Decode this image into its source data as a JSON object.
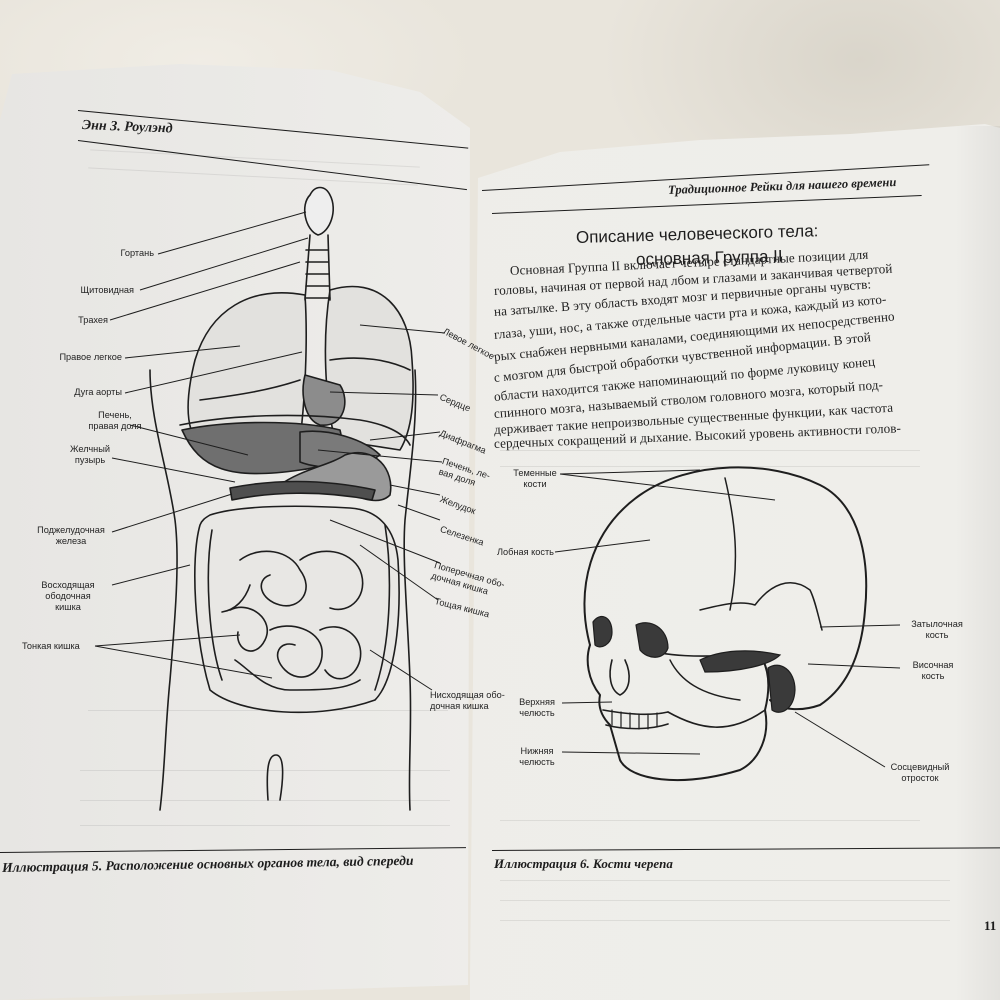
{
  "left_page": {
    "header": "Энн З. Роулэнд",
    "caption": "Иллюстрация 5. Расположение основных органов тела, вид спереди",
    "labels": {
      "larynx": "Гортань",
      "thyroid": "Щитовидная",
      "trachea": "Трахея",
      "right_lung": "Правое легкое",
      "aortic_arch": "Дуга аорты",
      "liver_right_1": "Печень,",
      "liver_right_2": "правая доля",
      "gallbladder_1": "Желчный",
      "gallbladder_2": "пузырь",
      "pancreas_1": "Поджелудочная",
      "pancreas_2": "железа",
      "ascending_colon_1": "Восходящая",
      "ascending_colon_2": "ободочная",
      "ascending_colon_3": "кишка",
      "small_intestine": "Тонкая кишка",
      "left_lung": "Левое легкое",
      "heart": "Сердце",
      "diaphragm": "Диафрагма",
      "liver_left_1": "Печень, ле-",
      "liver_left_2": "вая доля",
      "stomach": "Желудок",
      "spleen": "Селезенка",
      "transverse_colon_1": "Поперечная обо-",
      "transverse_colon_2": "дочная кишка",
      "jejunum": "Тощая кишка",
      "descending_colon_1": "Нисходящая обо-",
      "descending_colon_2": "дочная кишка"
    }
  },
  "right_page": {
    "header": "Традиционное Рейки для нашего времени",
    "title_line1": "Описание человеческого тела:",
    "title_line2": "основная Группа II",
    "paragraph_lines": [
      "Основная Группа II включает четыре стандартные позиции для",
      "головы, начиная от первой над лбом и глазами и заканчивая четвертой",
      "на затылке. В эту область входят мозг и первичные органы чувств:",
      "глаза, уши, нос, а также отдельные части рта и кожа, каждый из кото-",
      "рых снабжен нервными каналами, соединяющими их непосредственно",
      "с мозгом для быстрой обработки чувственной информации. В этой",
      "области находится также напоминающий по форме луковицу конец",
      "спинного мозга, называемый стволом головного мозга, который под-",
      "держивает такие непроизвольные существенные функции, как частота",
      "сердечных сокращений и дыхание. Высокий уровень активности голов-"
    ],
    "caption": "Иллюстрация 6. Кости черепа",
    "page_number": "11",
    "labels": {
      "parietal_1": "Теменные",
      "parietal_2": "кости",
      "frontal": "Лобная кость",
      "occipital_1": "Затылочная",
      "occipital_2": "кость",
      "temporal_1": "Височная",
      "temporal_2": "кость",
      "maxilla_1": "Верхняя",
      "maxilla_2": "челюсть",
      "mandible_1": "Нижняя",
      "mandible_2": "челюсть",
      "mastoid_1": "Сосцевидный",
      "mastoid_2": "отросток"
    }
  },
  "colors": {
    "background_fabric": "#e9e5dc",
    "paper": "#efeeea",
    "ink": "#1e1e1e",
    "organ_shading": "#6f6f6f"
  },
  "icons": [
    "anatomy-torso-illustration",
    "skull-illustration"
  ]
}
